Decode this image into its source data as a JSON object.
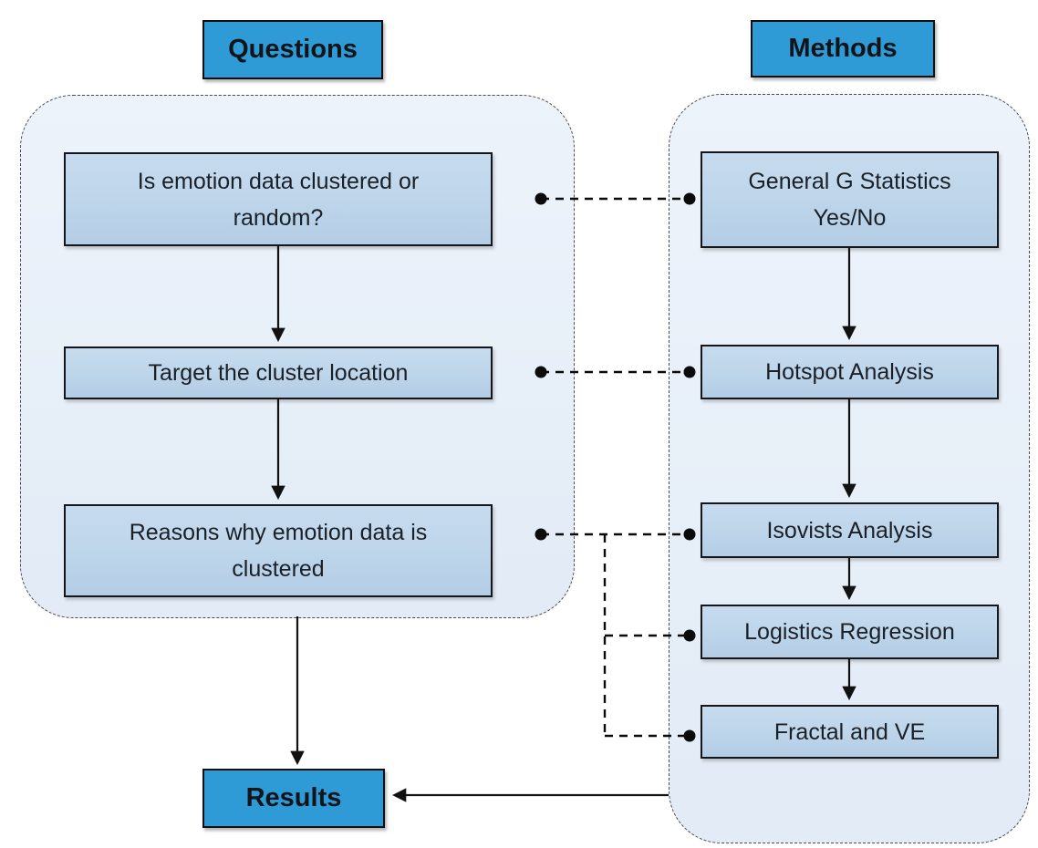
{
  "headers": {
    "questions": "Questions",
    "methods": "Methods",
    "results": "Results"
  },
  "questions": [
    {
      "label": "Is emotion data clustered or random?"
    },
    {
      "label": "Target the cluster location"
    },
    {
      "label": "Reasons why emotion data is clustered"
    }
  ],
  "methods": [
    {
      "label": "General G Statistics Yes/No"
    },
    {
      "label": "Hotspot Analysis"
    },
    {
      "label": "Isovists Analysis"
    },
    {
      "label": "Logistics Regression"
    },
    {
      "label": "Fractal and VE"
    }
  ],
  "colors": {
    "header_fill": "#2E9BD6",
    "node_fill": "#BDD5EA",
    "group_fill": "#E8F0F9",
    "line_color": "#111111",
    "dashed_border": "#4B4B4B"
  }
}
